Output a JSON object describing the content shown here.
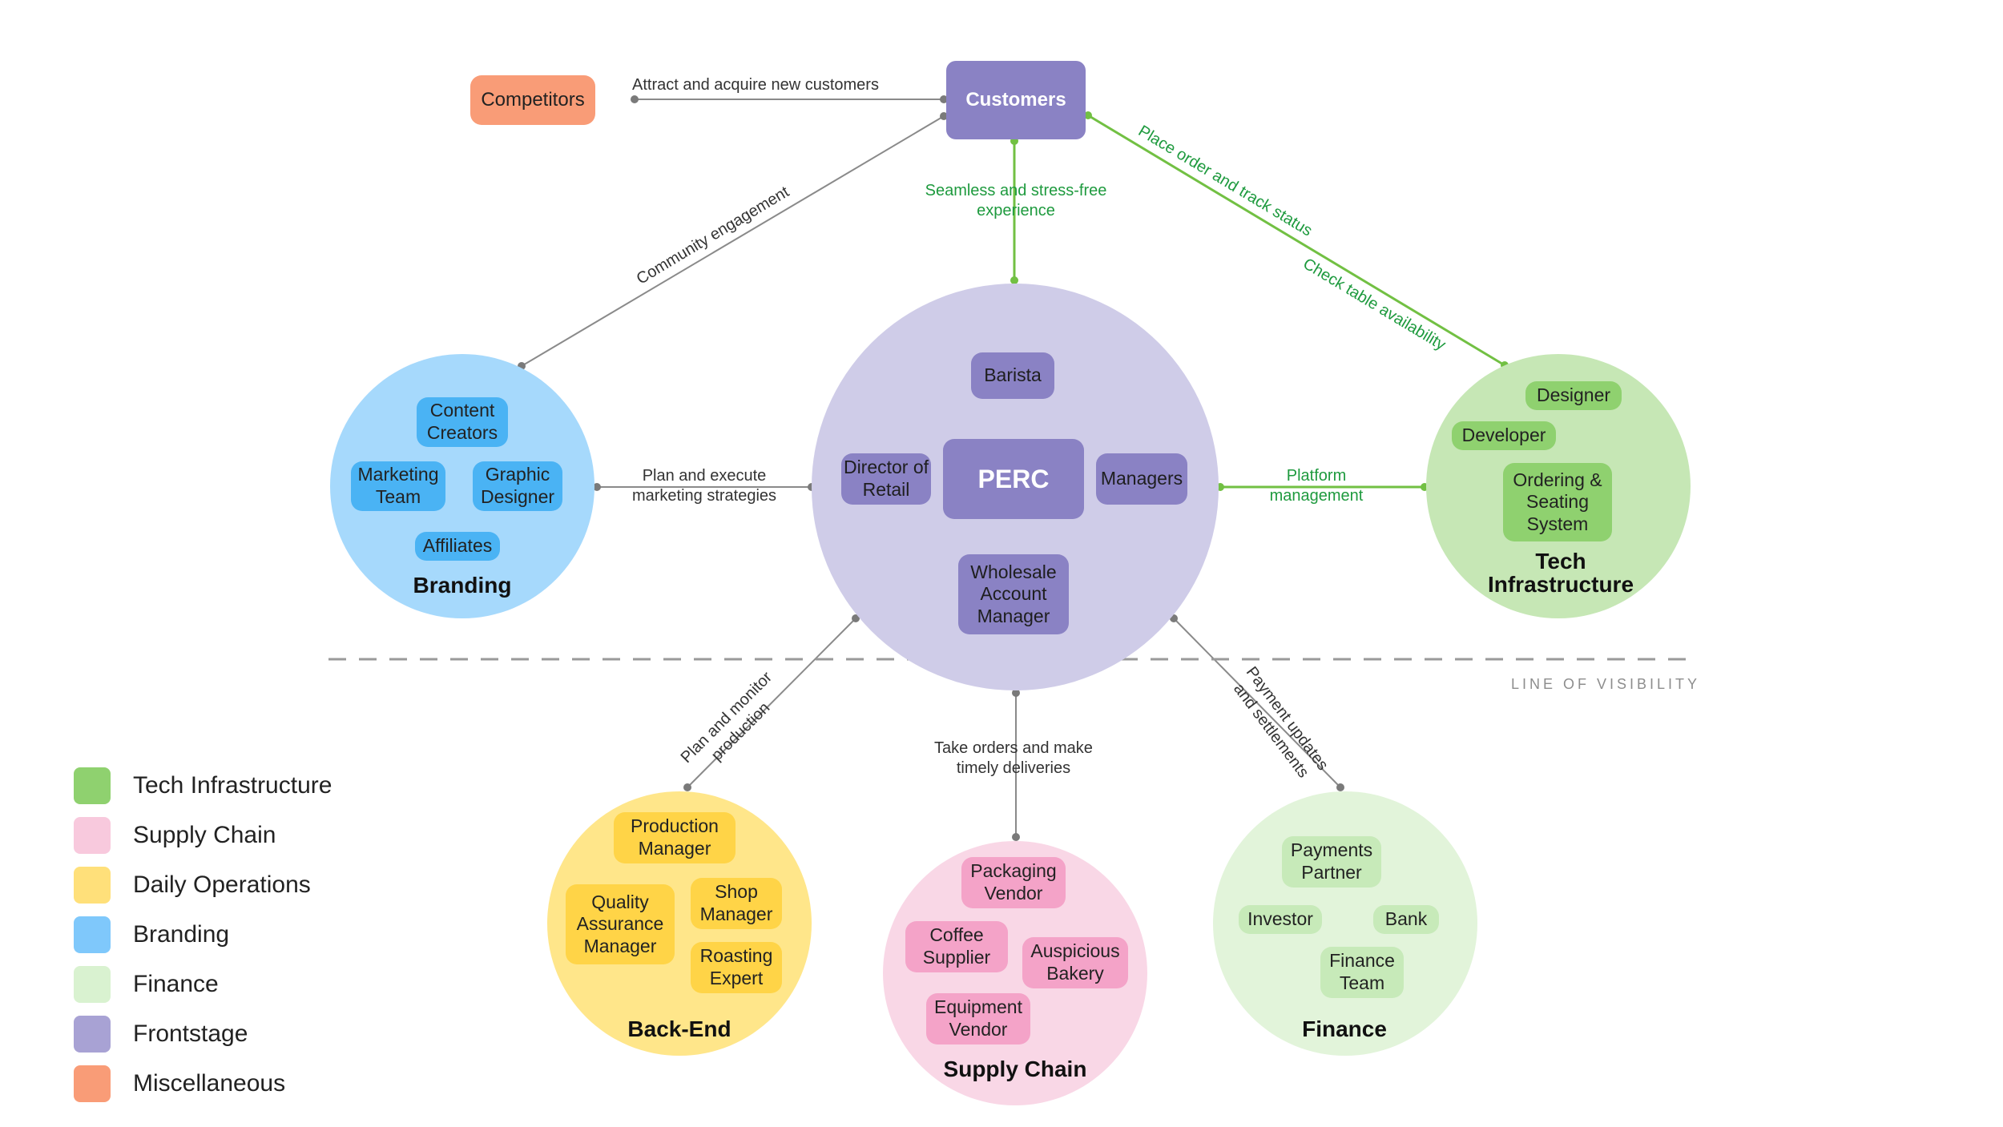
{
  "colors": {
    "tech": "#8fd16f",
    "supply": "#f8c9dd",
    "daily": "#ffe07a",
    "branding": "#7fc8fb",
    "finance": "#d9f2d0",
    "frontstage": "#a8a2d4",
    "misc": "#f99c77"
  },
  "nodes": {
    "customers": "Customers",
    "competitors": "Competitors",
    "perc": "PERC"
  },
  "frontstage": {
    "barista": "Barista",
    "director": "Director of Retail",
    "managers": "Managers",
    "wholesale": "Wholesale Account Manager"
  },
  "branding": {
    "title": "Branding",
    "content": "Content Creators",
    "marketing": "Marketing Team",
    "graphic": "Graphic Designer",
    "affiliates": "Affiliates"
  },
  "tech": {
    "title": "Tech Infrastructure",
    "designer": "Designer",
    "developer": "Developer",
    "ordering": "Ordering & Seating System"
  },
  "backend": {
    "title": "Back-End",
    "production": "Production Manager",
    "qa": "Quality Assurance Manager",
    "shop": "Shop Manager",
    "roasting": "Roasting Expert"
  },
  "supply": {
    "title": "Supply Chain",
    "packaging": "Packaging Vendor",
    "coffee": "Coffee Supplier",
    "bakery": "Auspicious Bakery",
    "equipment": "Equipment Vendor"
  },
  "finance": {
    "title": "Finance",
    "payments": "Payments Partner",
    "investor": "Investor",
    "bank": "Bank",
    "team": "Finance Team"
  },
  "edges": {
    "attract": "Attract and acquire new customers",
    "community": "Community engagement",
    "seamless": "Seamless and stress-free experience",
    "place_order": "Place order and track status",
    "check_table": "Check table availability",
    "marketing": "Plan and execute marketing strategies",
    "platform": "Platform management",
    "production": "Plan and monitor production",
    "orders": "Take orders and make timely deliveries",
    "payment": "Payment updates and settlements"
  },
  "visibility_label": "LINE OF VISIBILITY",
  "legend": [
    {
      "label": "Tech Infrastructure",
      "color": "#8fd16f"
    },
    {
      "label": "Supply Chain",
      "color": "#f8c9dd"
    },
    {
      "label": "Daily Operations",
      "color": "#ffe07a"
    },
    {
      "label": "Branding",
      "color": "#7fc8fb"
    },
    {
      "label": "Finance",
      "color": "#d9f2d0"
    },
    {
      "label": "Frontstage",
      "color": "#a8a2d4"
    },
    {
      "label": "Miscellaneous",
      "color": "#f99c77"
    }
  ]
}
